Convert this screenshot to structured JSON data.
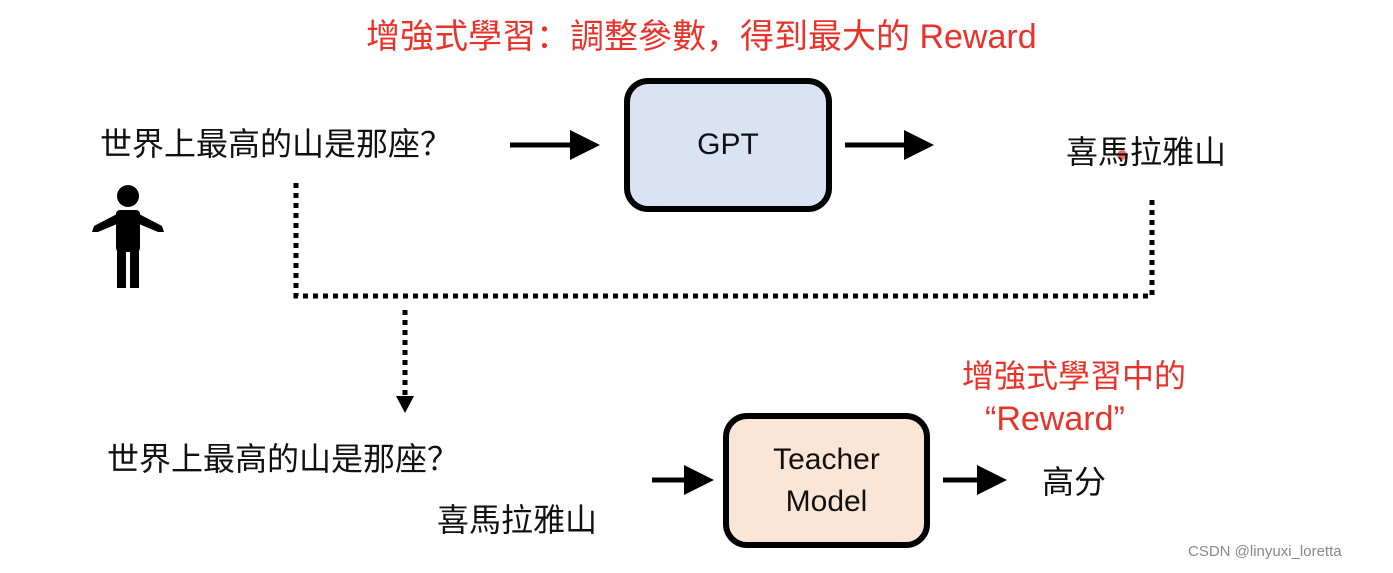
{
  "title": "增強式學習：調整參數，得到最大的 Reward",
  "top_row": {
    "question": "世界上最高的山是那座？",
    "model": "GPT",
    "answer": "喜馬拉雅山"
  },
  "bottom_row": {
    "question": "世界上最高的山是那座？",
    "answer": "喜馬拉雅山",
    "model_line1": "Teacher",
    "model_line2": "Model",
    "output": "高分"
  },
  "annotation": {
    "line1": "增強式學習中的",
    "line2": "“Reward”"
  },
  "watermark": "CSDN @linyuxi_loretta",
  "colors": {
    "accent_red": "#e8322a",
    "gpt_fill": "#dae3f3",
    "teacher_fill": "#fbe5d6"
  }
}
